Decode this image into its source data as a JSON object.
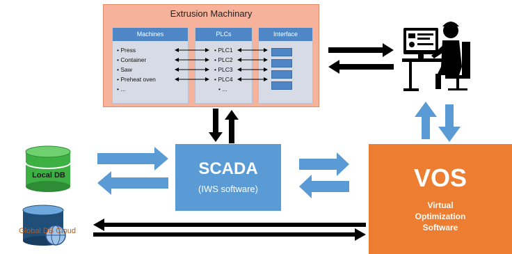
{
  "extrusion": {
    "title": "Extrusion Machinary",
    "columns": {
      "machines": {
        "header": "Machines",
        "items": [
          "• Press",
          "• Container",
          "• Saw",
          "• Preheat oven",
          "• ..."
        ]
      },
      "plcs": {
        "header": "PLCs",
        "items": [
          "• PLC1",
          "• PLC2",
          "• PLC3",
          "• PLC4",
          "• ..."
        ]
      },
      "interface": {
        "header": "Interface"
      }
    }
  },
  "scada": {
    "title": "SCADA",
    "subtitle": "(IWS software)"
  },
  "vos": {
    "title": "VOS",
    "subtitle_lines": [
      "Virtual",
      "Optimization",
      "Software"
    ]
  },
  "local_db": {
    "label": "Local DB"
  },
  "global_db": {
    "label": "Global DB Cloud"
  },
  "colors": {
    "extrusion_bg": "#f6b29a",
    "column_header": "#4f86c6",
    "scada_blue": "#5b9bd5",
    "vos_orange": "#ed7d31",
    "db_green": "#3cb043",
    "arrow_light_blue": "#5b9bd5",
    "arrow_black": "#000000"
  },
  "icons": [
    "database-green-icon",
    "database-cloud-icon",
    "operator-at-workstation-icon"
  ]
}
